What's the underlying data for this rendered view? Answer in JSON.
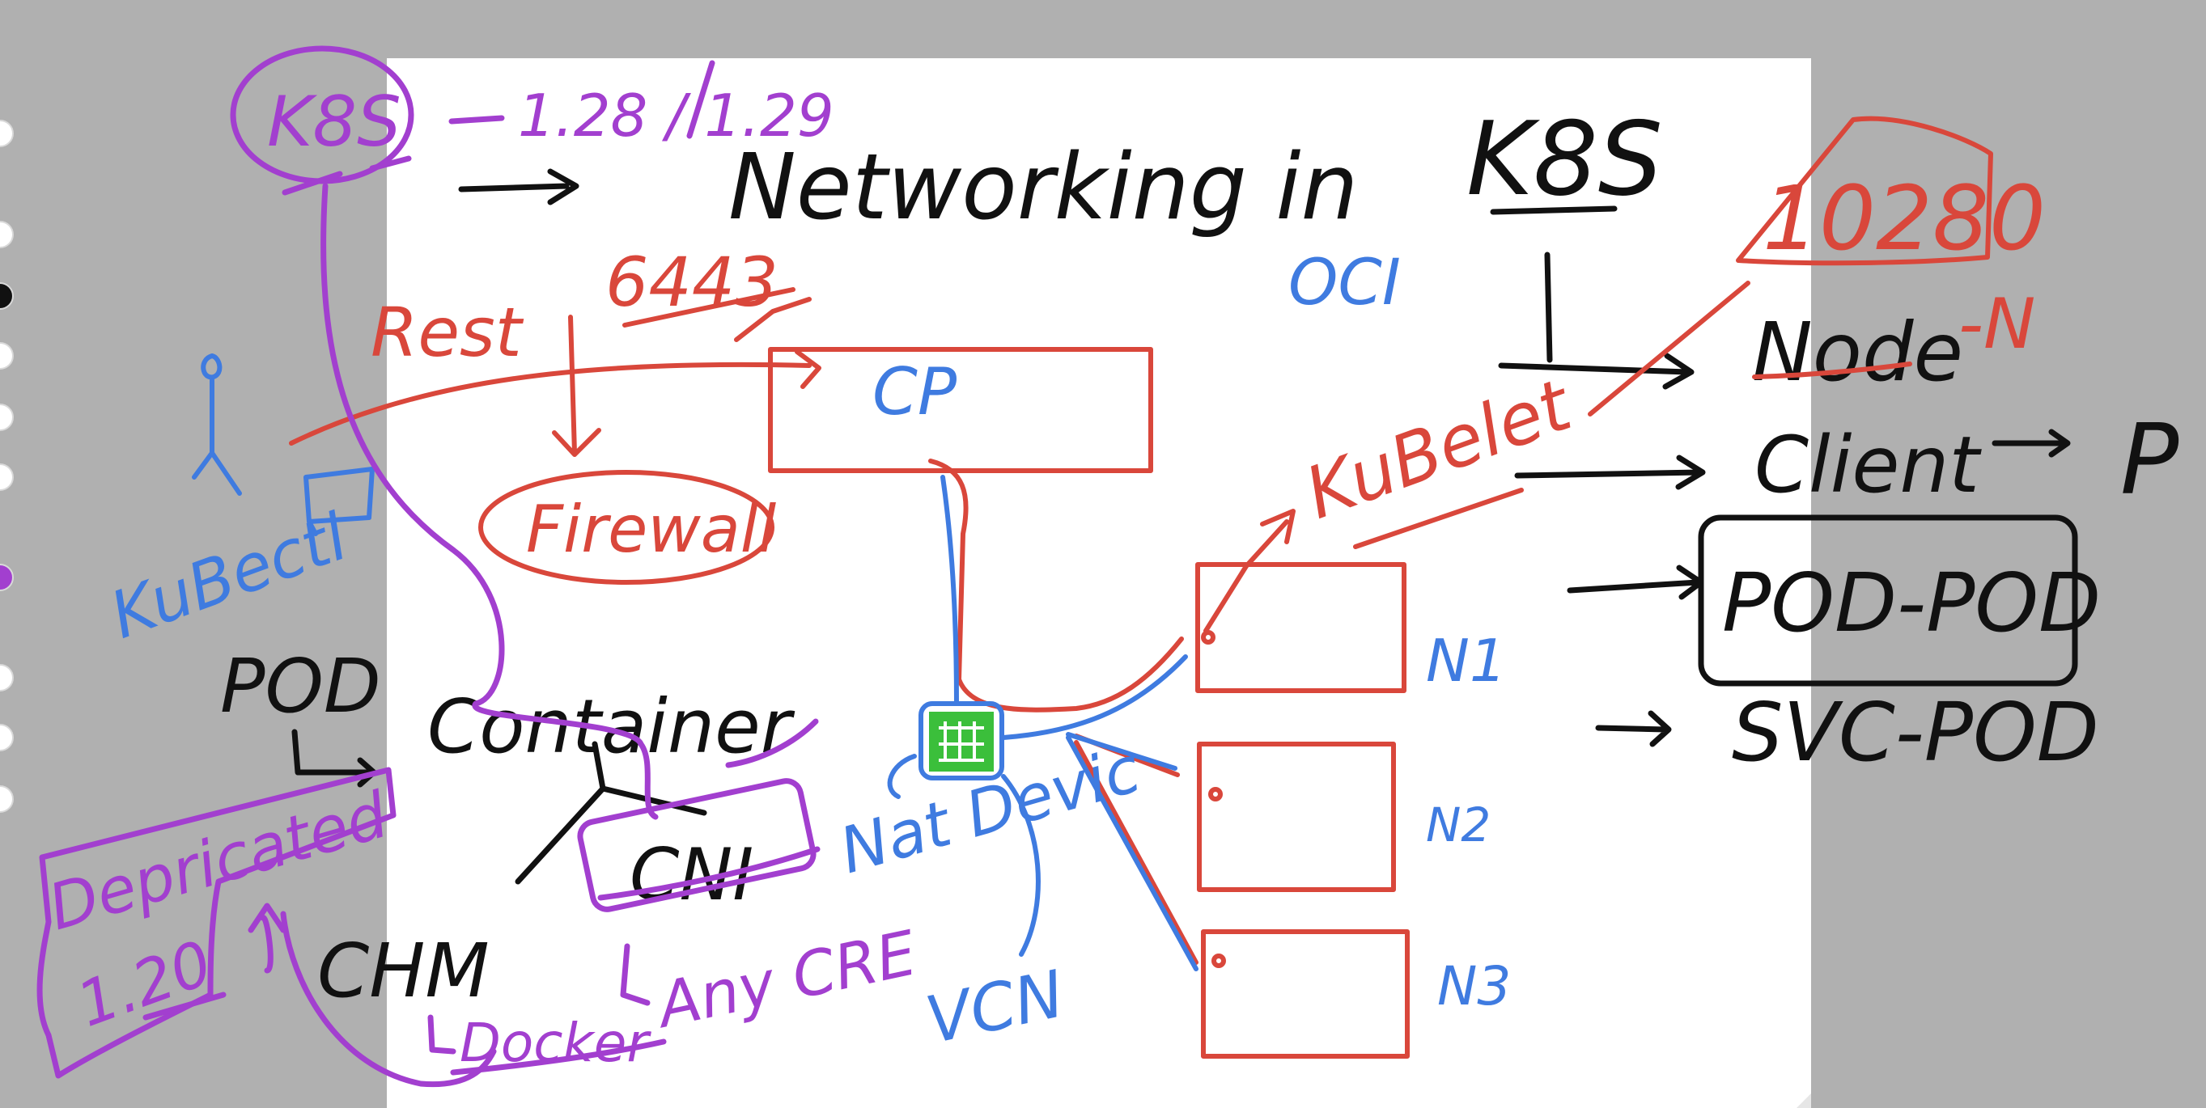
{
  "colors": {
    "black": "#111111",
    "red": "#d9473b",
    "blue": "#3f7be0",
    "purple": "#a23fcf",
    "green": "#3bbf3b",
    "background": "#b0b0b0",
    "sheet": "#ffffff"
  },
  "title": {
    "networking": "Networking in",
    "k8s": "K8S"
  },
  "purple_notes": {
    "k8s": "K8S",
    "version": "1.28 / 1.29",
    "deprecated": "Depricated",
    "deprecated_version": "1.20",
    "docker": "Docker",
    "any_cre": "Any CRE"
  },
  "red_notes": {
    "rest": "Rest",
    "port_api": "6443",
    "port_kubelet": "10280",
    "firewall": "Firewall",
    "kubelet": "KuBelet",
    "node_n": "-N"
  },
  "blue_notes": {
    "kubectl": "KuBectl",
    "cp": "CP",
    "oci": "OCI",
    "nat_device": "Nat Devic",
    "vcn": "VCN",
    "n1": "N1",
    "n2": "N2",
    "n3": "N3"
  },
  "black_notes": {
    "pod": "POD",
    "container": "Container",
    "chm": "CHM",
    "cni": "CNI",
    "node": "Node",
    "client": "Client",
    "client_target": "P",
    "pod_pod": "POD-POD",
    "svc_pod": "SVC-POD"
  }
}
